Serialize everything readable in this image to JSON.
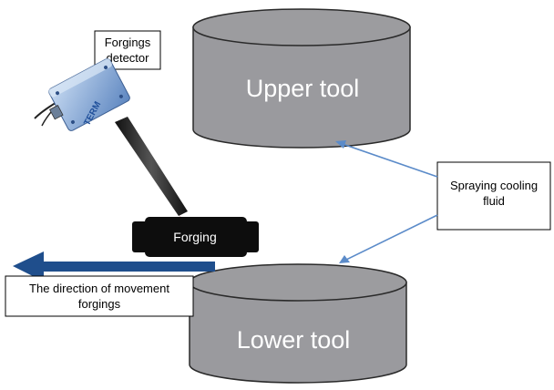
{
  "labels": {
    "upper_tool": "Upper tool",
    "lower_tool": "Lower tool",
    "detector_line1": "Forgings",
    "detector_line2": "detector",
    "cooling_line1": "Spraying cooling",
    "cooling_line2": "fluid",
    "forging": "Forging",
    "direction_line1": "The direction of movement",
    "direction_line2": "forgings",
    "detector_brand": "TERM"
  },
  "colors": {
    "cylinder_side": "#9a9a9e",
    "cylinder_top": "#9c9c9f",
    "cylinder_outline": "#2a2a2a",
    "arrow_blue": "#5b8bc9",
    "direction_arrow": "#1f4e8c",
    "laser": "#e8262a",
    "forging": "#0d0d0d",
    "sensor_body": "#7fa6d8"
  },
  "icons": {
    "detector": "forgings-detector-icon",
    "forging": "forging-bar-icon"
  }
}
